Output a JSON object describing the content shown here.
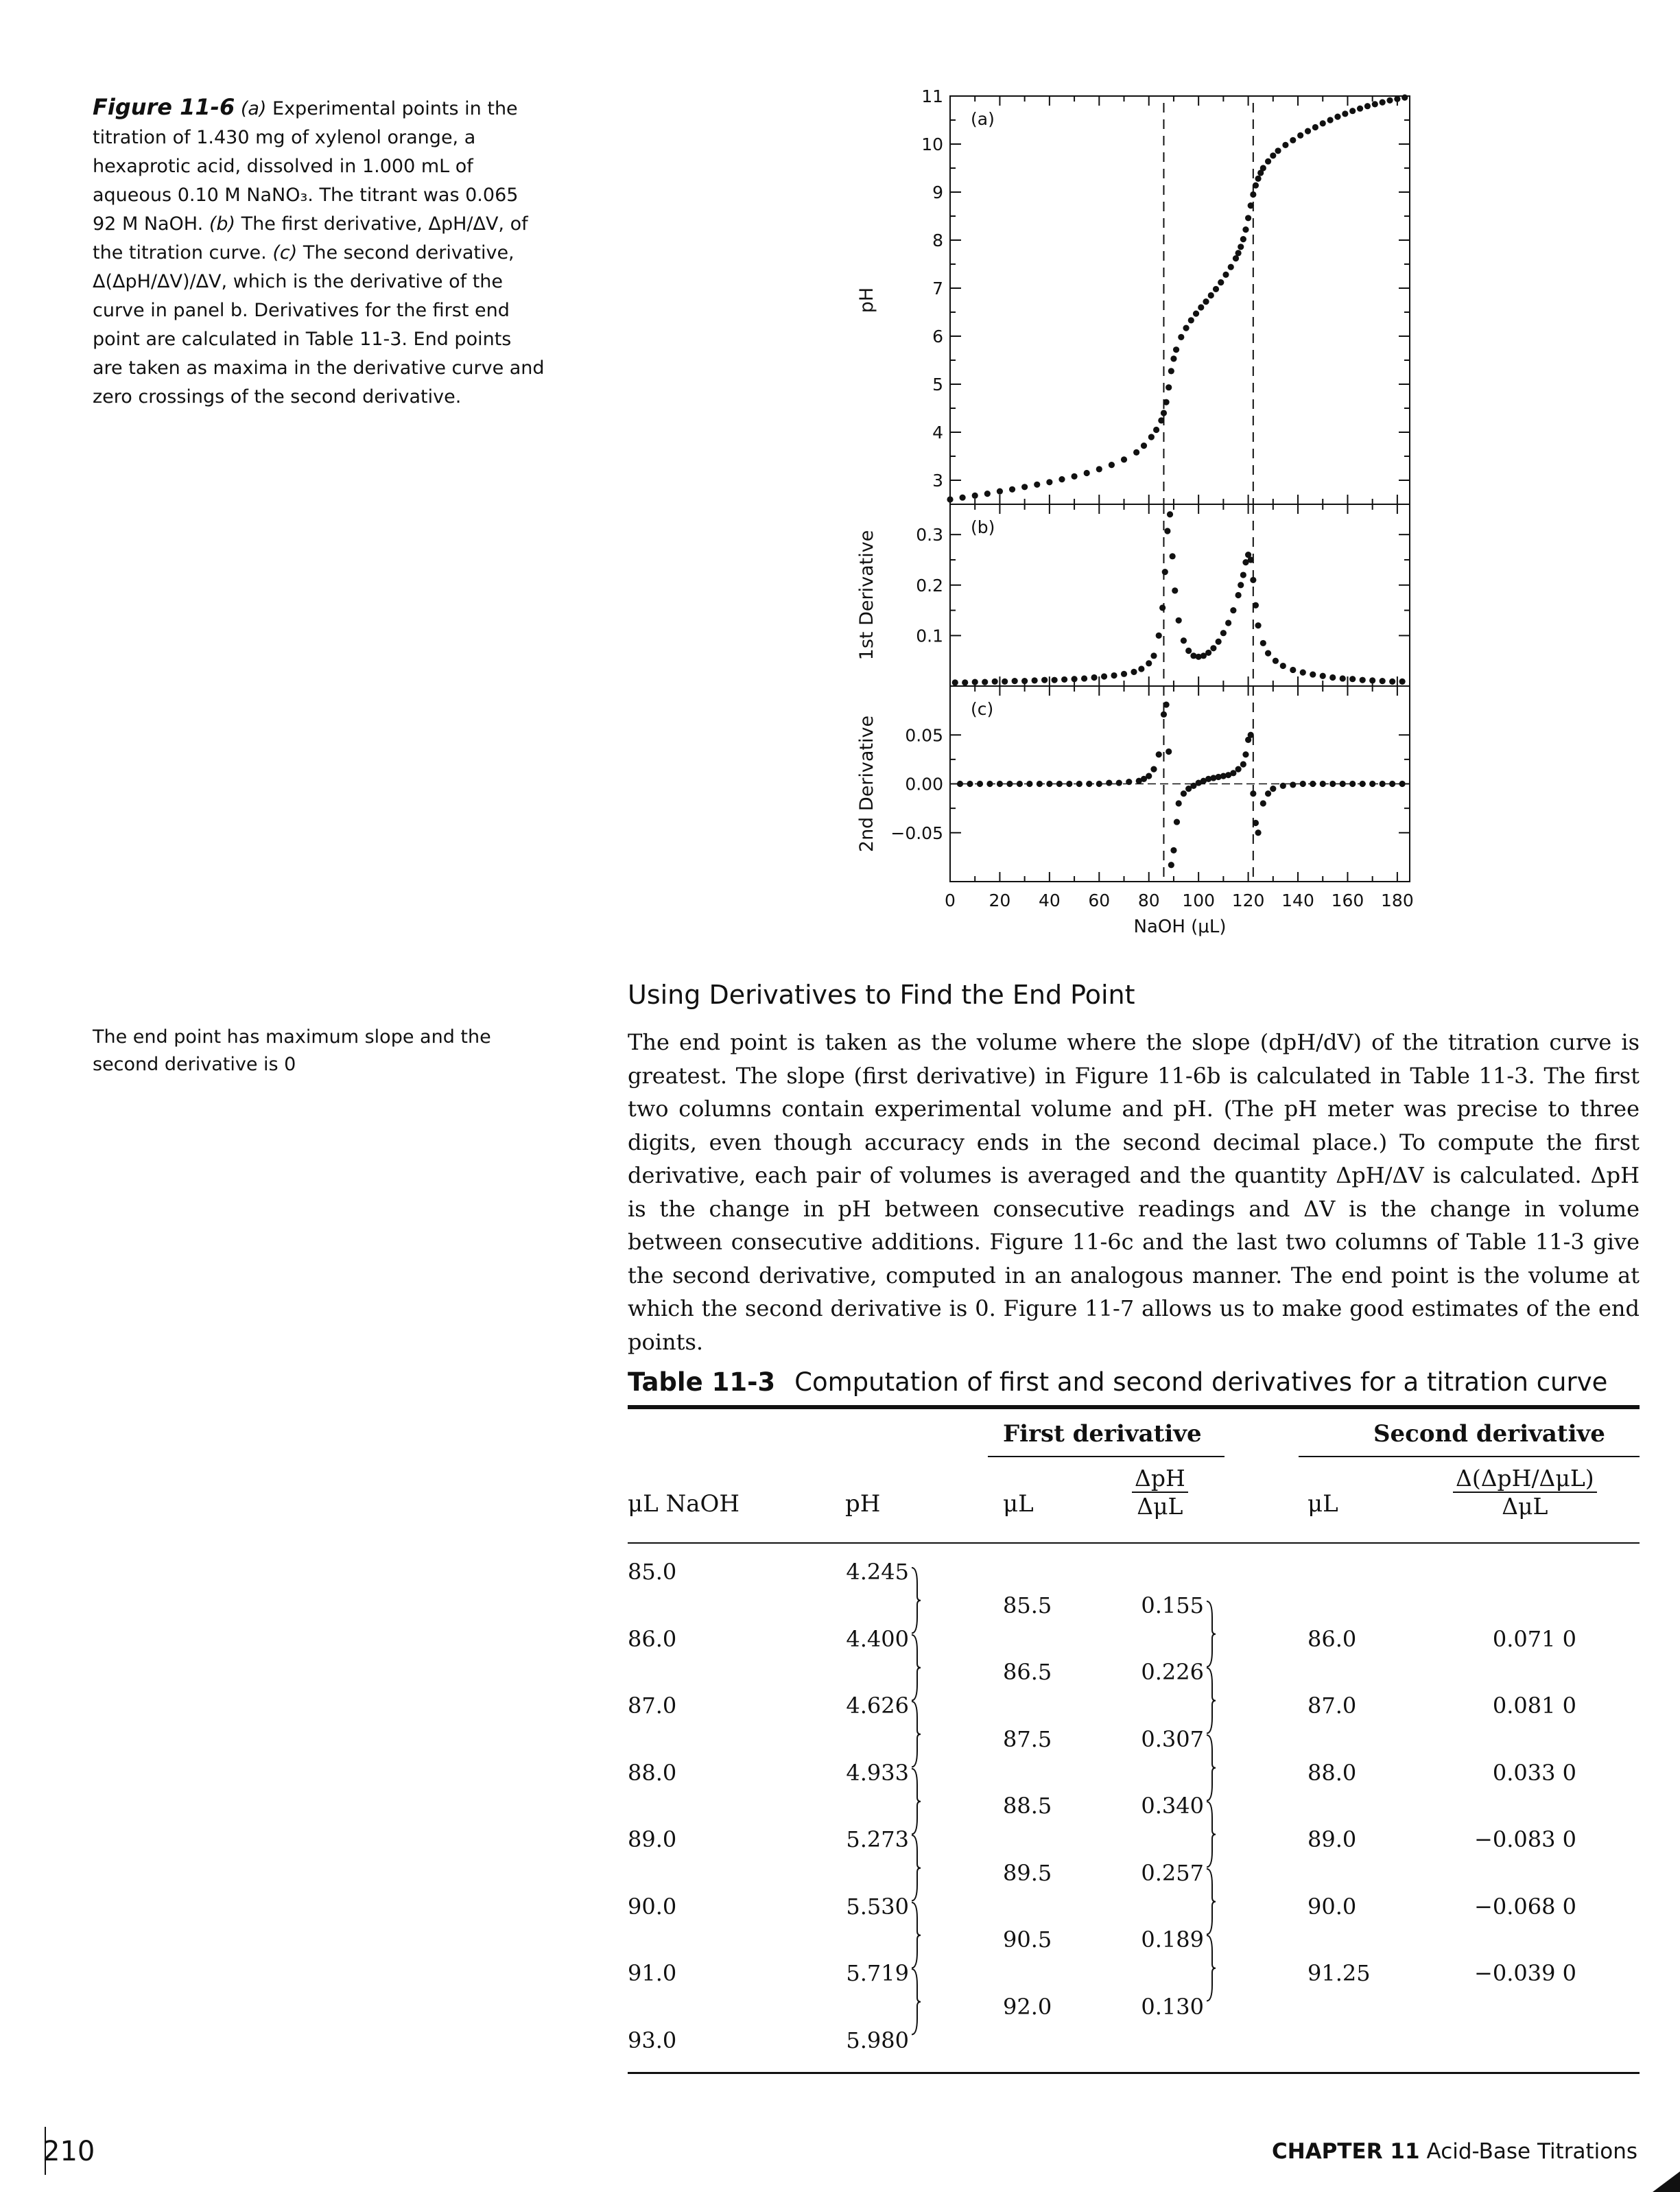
{
  "figure_caption": {
    "label": "Figure 11-6",
    "text_a_label": "(a)",
    "text_a": " Experimental points in the titration of 1.430 mg of xylenol orange, a hexaprotic acid, dissolved in 1.000 mL of aqueous 0.10 M NaNO₃. The titrant was 0.065 92 M NaOH. ",
    "text_b_label": "(b)",
    "text_b": " The first derivative, ΔpH/ΔV, of the titration curve. ",
    "text_c_label": "(c)",
    "text_c": " The second derivative, Δ(ΔpH/ΔV)/ΔV, which is the derivative of the curve in panel b. Derivatives for the first end point are calculated in Table 11-3. End points are taken as maxima in the derivative curve and zero crossings of the second derivative."
  },
  "margin_note": "The end point has maximum slope and the second derivative is 0",
  "section_heading": "Using Derivatives to Find the End Point",
  "body_paragraph": "The end point is taken as the volume where the slope (dpH/dV) of the titration curve is greatest. The slope (first derivative) in Figure 11-6b is calculated in Table 11-3. The first two columns contain experimental volume and pH. (The pH meter was precise to three digits, even though accuracy ends in the second decimal place.) To compute the first derivative, each pair of volumes is averaged and the quantity ΔpH/ΔV is calculated. ΔpH is the change in pH between consecutive readings and ΔV is the change in volume between consecutive additions. Figure 11-6c and the last two columns of Table 11-3 give the second derivative, computed in an analogous manner. The end point is the volume at which the second derivative is 0. Figure 11-7 allows us to make good estimates of the end points.",
  "table": {
    "number": "Table 11-3",
    "title": "Computation of first and second derivatives for a titration curve",
    "group_headers": {
      "first": "First derivative",
      "second": "Second derivative"
    },
    "columns": {
      "naoh": "μL NaOH",
      "ph": "pH",
      "first_ul": "μL",
      "first_num": "ΔpH",
      "first_den": "ΔμL",
      "second_ul": "μL",
      "second_num": "Δ(ΔpH/ΔμL)",
      "second_den": "ΔμL"
    },
    "experimental": [
      {
        "ul": "85.0",
        "ph": "4.245"
      },
      {
        "ul": "86.0",
        "ph": "4.400"
      },
      {
        "ul": "87.0",
        "ph": "4.626"
      },
      {
        "ul": "88.0",
        "ph": "4.933"
      },
      {
        "ul": "89.0",
        "ph": "5.273"
      },
      {
        "ul": "90.0",
        "ph": "5.530"
      },
      {
        "ul": "91.0",
        "ph": "5.719"
      },
      {
        "ul": "93.0",
        "ph": "5.980"
      }
    ],
    "first_derivative": [
      {
        "ul": "85.5",
        "value": "0.155"
      },
      {
        "ul": "86.5",
        "value": "0.226"
      },
      {
        "ul": "87.5",
        "value": "0.307"
      },
      {
        "ul": "88.5",
        "value": "0.340"
      },
      {
        "ul": "89.5",
        "value": "0.257"
      },
      {
        "ul": "90.5",
        "value": "0.189"
      },
      {
        "ul": "92.0",
        "value": "0.130"
      }
    ],
    "second_derivative": [
      {
        "ul": "86.0",
        "value": "0.071 0"
      },
      {
        "ul": "87.0",
        "value": "0.081 0"
      },
      {
        "ul": "88.0",
        "value": "0.033 0"
      },
      {
        "ul": "89.0",
        "value": "−0.083 0"
      },
      {
        "ul": "90.0",
        "value": "−0.068 0"
      },
      {
        "ul": "91.25",
        "value": "−0.039 0"
      }
    ]
  },
  "chart_data": [
    {
      "panel_label": "(a)",
      "type": "scatter",
      "ylabel": "pH",
      "yticks": [
        "3",
        "4",
        "5",
        "6",
        "7",
        "8",
        "9",
        "10",
        "11"
      ],
      "ylim": [
        2.5,
        11
      ],
      "xlim": [
        0,
        185
      ],
      "endpoints": [
        86,
        122
      ],
      "x": [
        0,
        5,
        10,
        15,
        20,
        25,
        30,
        35,
        40,
        45,
        50,
        55,
        60,
        65,
        70,
        75,
        78,
        81,
        83,
        85,
        86,
        87,
        88,
        89,
        90,
        91,
        93,
        95,
        97,
        99,
        101,
        103,
        105,
        107,
        109,
        111,
        113,
        115,
        116,
        117,
        118,
        119,
        120,
        121,
        122,
        123,
        124,
        125,
        126,
        128,
        130,
        132,
        135,
        138,
        141,
        144,
        147,
        150,
        153,
        156,
        159,
        162,
        165,
        168,
        171,
        174,
        177,
        180,
        183
      ],
      "y": [
        2.6,
        2.64,
        2.68,
        2.72,
        2.77,
        2.81,
        2.86,
        2.91,
        2.96,
        3.02,
        3.08,
        3.15,
        3.23,
        3.32,
        3.43,
        3.58,
        3.72,
        3.9,
        4.05,
        4.245,
        4.4,
        4.626,
        4.933,
        5.273,
        5.53,
        5.719,
        5.98,
        6.17,
        6.33,
        6.47,
        6.6,
        6.72,
        6.85,
        6.98,
        7.12,
        7.28,
        7.44,
        7.62,
        7.73,
        7.86,
        8.02,
        8.22,
        8.46,
        8.72,
        8.95,
        9.14,
        9.28,
        9.4,
        9.5,
        9.64,
        9.76,
        9.86,
        9.98,
        10.08,
        10.18,
        10.27,
        10.35,
        10.43,
        10.5,
        10.57,
        10.63,
        10.69,
        10.74,
        10.79,
        10.83,
        10.87,
        10.91,
        10.94,
        10.97
      ]
    },
    {
      "panel_label": "(b)",
      "type": "scatter",
      "ylabel": "1st Derivative",
      "yticks": [
        "0.1",
        "0.2",
        "0.3"
      ],
      "ylim": [
        0,
        0.36
      ],
      "xlim": [
        0,
        185
      ],
      "endpoints": [
        86,
        122
      ],
      "x": [
        2,
        6,
        10,
        14,
        18,
        22,
        26,
        30,
        34,
        38,
        42,
        46,
        50,
        54,
        58,
        62,
        66,
        70,
        74,
        77,
        80,
        82,
        84,
        85.5,
        86.5,
        87.5,
        88.5,
        89.5,
        90.5,
        92,
        94,
        96,
        98,
        100,
        102,
        104,
        106,
        108,
        110,
        112,
        114,
        116,
        117,
        118,
        119,
        120,
        121,
        122,
        123,
        124,
        126,
        128,
        131,
        134,
        138,
        142,
        146,
        150,
        154,
        158,
        162,
        166,
        170,
        174,
        178,
        182
      ],
      "y": [
        0.007,
        0.007,
        0.008,
        0.008,
        0.009,
        0.009,
        0.01,
        0.01,
        0.011,
        0.012,
        0.012,
        0.013,
        0.014,
        0.015,
        0.017,
        0.019,
        0.021,
        0.024,
        0.028,
        0.034,
        0.045,
        0.06,
        0.1,
        0.155,
        0.226,
        0.307,
        0.34,
        0.257,
        0.189,
        0.13,
        0.09,
        0.07,
        0.06,
        0.058,
        0.06,
        0.066,
        0.075,
        0.088,
        0.105,
        0.125,
        0.15,
        0.18,
        0.2,
        0.22,
        0.245,
        0.26,
        0.25,
        0.21,
        0.16,
        0.12,
        0.085,
        0.065,
        0.05,
        0.04,
        0.032,
        0.027,
        0.023,
        0.02,
        0.017,
        0.015,
        0.014,
        0.012,
        0.011,
        0.01,
        0.009,
        0.009
      ]
    },
    {
      "panel_label": "(c)",
      "type": "scatter",
      "ylabel": "2nd Derivative",
      "yticks": [
        "−0.05",
        "0.00",
        "0.05"
      ],
      "ylim": [
        -0.1,
        0.1
      ],
      "xlim": [
        0,
        185
      ],
      "endpoints": [
        86,
        122
      ],
      "x": [
        4,
        8,
        12,
        16,
        20,
        24,
        28,
        32,
        36,
        40,
        44,
        48,
        52,
        56,
        60,
        64,
        68,
        72,
        76,
        78,
        80,
        82,
        84,
        86,
        87,
        88,
        89,
        90,
        91.25,
        92,
        94,
        96,
        98,
        100,
        102,
        104,
        106,
        108,
        110,
        112,
        114,
        116,
        118,
        119,
        120,
        121,
        122,
        123,
        124,
        126,
        128,
        130,
        134,
        138,
        142,
        146,
        150,
        154,
        158,
        162,
        166,
        170,
        174,
        178,
        182
      ],
      "y": [
        0,
        0,
        0,
        0,
        0,
        0,
        0,
        0,
        0,
        0,
        0,
        0,
        0,
        0,
        0,
        0.001,
        0.001,
        0.002,
        0.003,
        0.005,
        0.008,
        0.015,
        0.03,
        0.071,
        0.081,
        0.033,
        -0.083,
        -0.068,
        -0.039,
        -0.02,
        -0.01,
        -0.005,
        -0.002,
        0.001,
        0.003,
        0.005,
        0.006,
        0.007,
        0.008,
        0.009,
        0.011,
        0.015,
        0.02,
        0.03,
        0.045,
        0.05,
        -0.01,
        -0.04,
        -0.05,
        -0.02,
        -0.01,
        -0.005,
        -0.002,
        -0.001,
        0,
        0,
        0,
        0,
        0,
        0,
        0,
        0,
        0,
        0,
        0
      ]
    }
  ],
  "figure_axis": {
    "xlabel": "NaOH (μL)",
    "xticks": [
      "0",
      "20",
      "40",
      "60",
      "80",
      "100",
      "120",
      "140",
      "160",
      "180"
    ]
  },
  "footer": {
    "page_number": "210",
    "chapter": "CHAPTER 11",
    "chapter_title": "Acid-Base Titrations"
  }
}
